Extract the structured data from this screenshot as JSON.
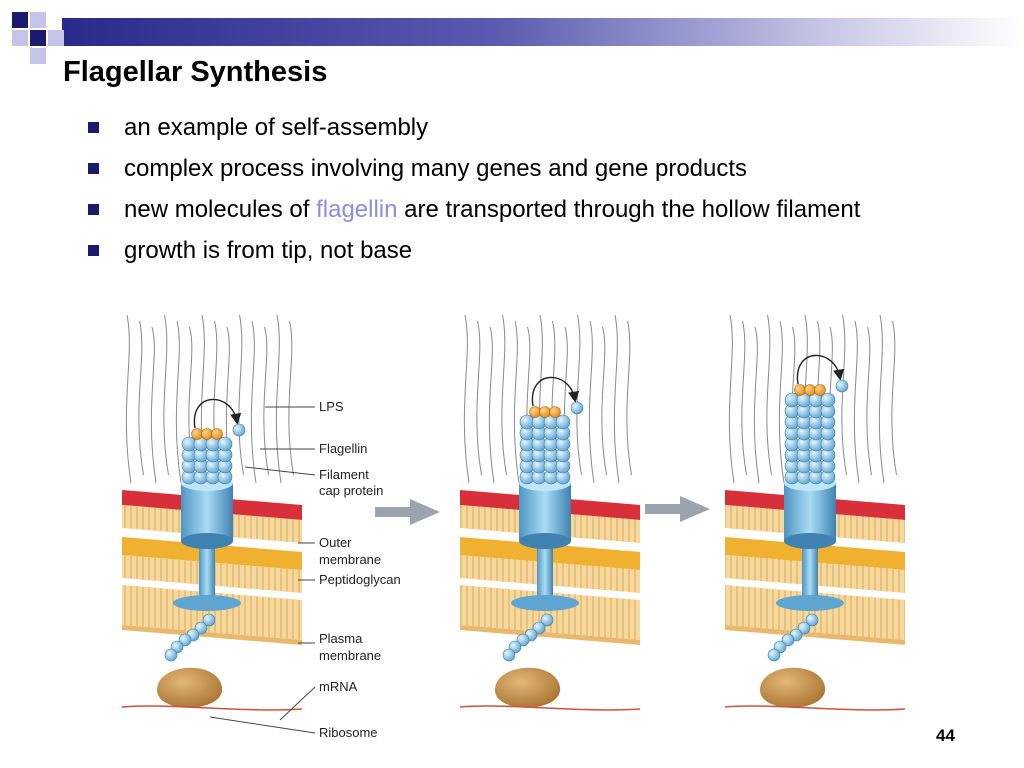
{
  "slide": {
    "title": "Flagellar Synthesis",
    "bullets": [
      {
        "text": "an example of self-assembly"
      },
      {
        "text": "complex process involving many genes and gene products"
      },
      {
        "pre": "new molecules of ",
        "highlight": "flagellin",
        "post": " are transported through the hollow filament"
      },
      {
        "text": "growth is from tip, not base"
      }
    ],
    "page_number": "44"
  },
  "diagram": {
    "labels": {
      "lps": "LPS",
      "flagellin": "Flagellin",
      "cap_line1": "Filament",
      "cap_line2": "cap protein",
      "outer_line1": "Outer",
      "outer_line2": "membrane",
      "peptidoglycan": "Peptidoglycan",
      "plasma_line1": "Plasma",
      "plasma_line2": "membrane",
      "mrna": "mRNA",
      "ribosome": "Ribosome"
    }
  },
  "colors": {
    "title_bar": "#2a2a8c",
    "bullet": "#1a1a6e",
    "highlight": "#8a8ee6",
    "filament": "#8ec7e6",
    "cap_protein": "#f0a030",
    "outer_membrane": "#d8303a",
    "peptidoglycan": "#f0b030",
    "ribosome": "#c8954a",
    "mrna": "#d05040",
    "arrow": "#9aa4ae"
  }
}
